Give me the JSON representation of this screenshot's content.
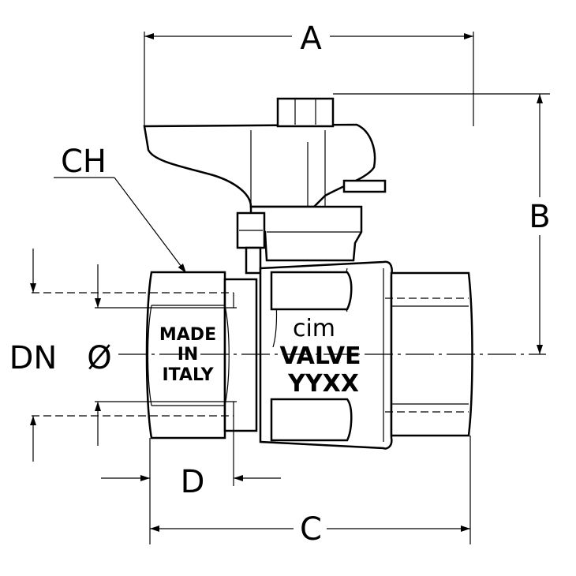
{
  "dimensions": {
    "A": "A",
    "B": "B",
    "C": "C",
    "D": "D",
    "CH": "CH",
    "DN": "DN",
    "phi": "Ø"
  },
  "body_marking": {
    "line1": "MADE",
    "line2": "IN",
    "line3": "ITALY"
  },
  "brand_marking": {
    "logo": "cim",
    "line1": "VALVE",
    "line2": "YYXX"
  }
}
